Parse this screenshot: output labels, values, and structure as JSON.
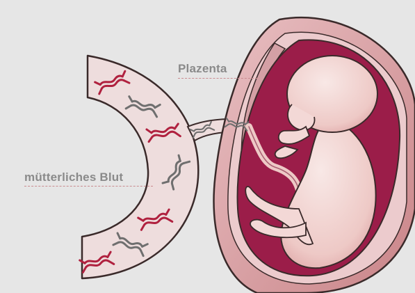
{
  "labels": {
    "placenta": "Plazenta",
    "maternal_blood": "mütterliches Blut"
  },
  "colors": {
    "background": "#e6e6e6",
    "uterus_wall_outer": "#d5a3a7",
    "uterus_wall_inner": "#eccbcd",
    "amniotic_fluid": "#9b1d49",
    "fetus_skin": "#f3d8d6",
    "blood_channel": "#eedddd",
    "outline": "#3a2a2a",
    "antibody_red": "#b0213f",
    "antibody_gray": "#6f6f6f",
    "label_text": "#8a8a8a",
    "label_rule": "#c98a8f"
  },
  "antibodies": [
    {
      "color": "red"
    },
    {
      "color": "gray"
    },
    {
      "color": "red"
    },
    {
      "color": "gray"
    },
    {
      "color": "red"
    },
    {
      "color": "gray"
    },
    {
      "color": "red"
    },
    {
      "color": "gray"
    },
    {
      "color": "gray"
    }
  ]
}
